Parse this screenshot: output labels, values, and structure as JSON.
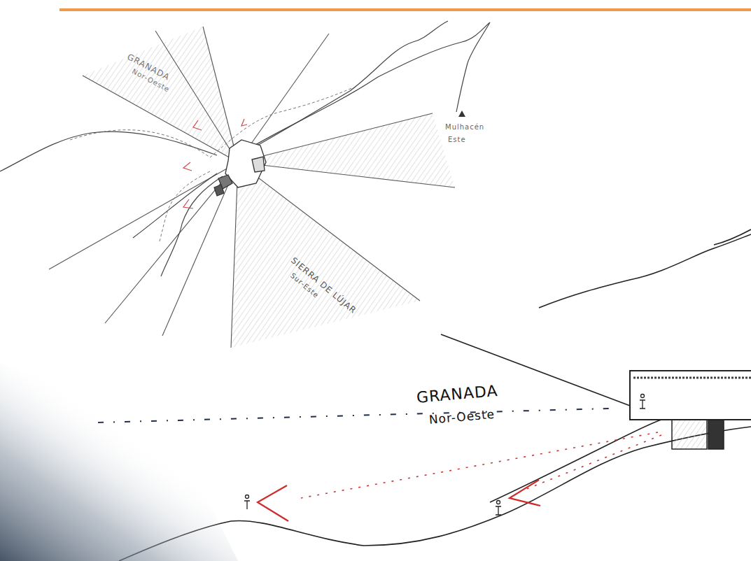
{
  "diagram": {
    "labels": [
      "GRANADA",
      "Nor-Oeste",
      "Mulhacén",
      "Este",
      "SIERRA DE LÚJAR",
      "Sur-Este",
      "GRANADA",
      "Nor-Oeste"
    ]
  }
}
